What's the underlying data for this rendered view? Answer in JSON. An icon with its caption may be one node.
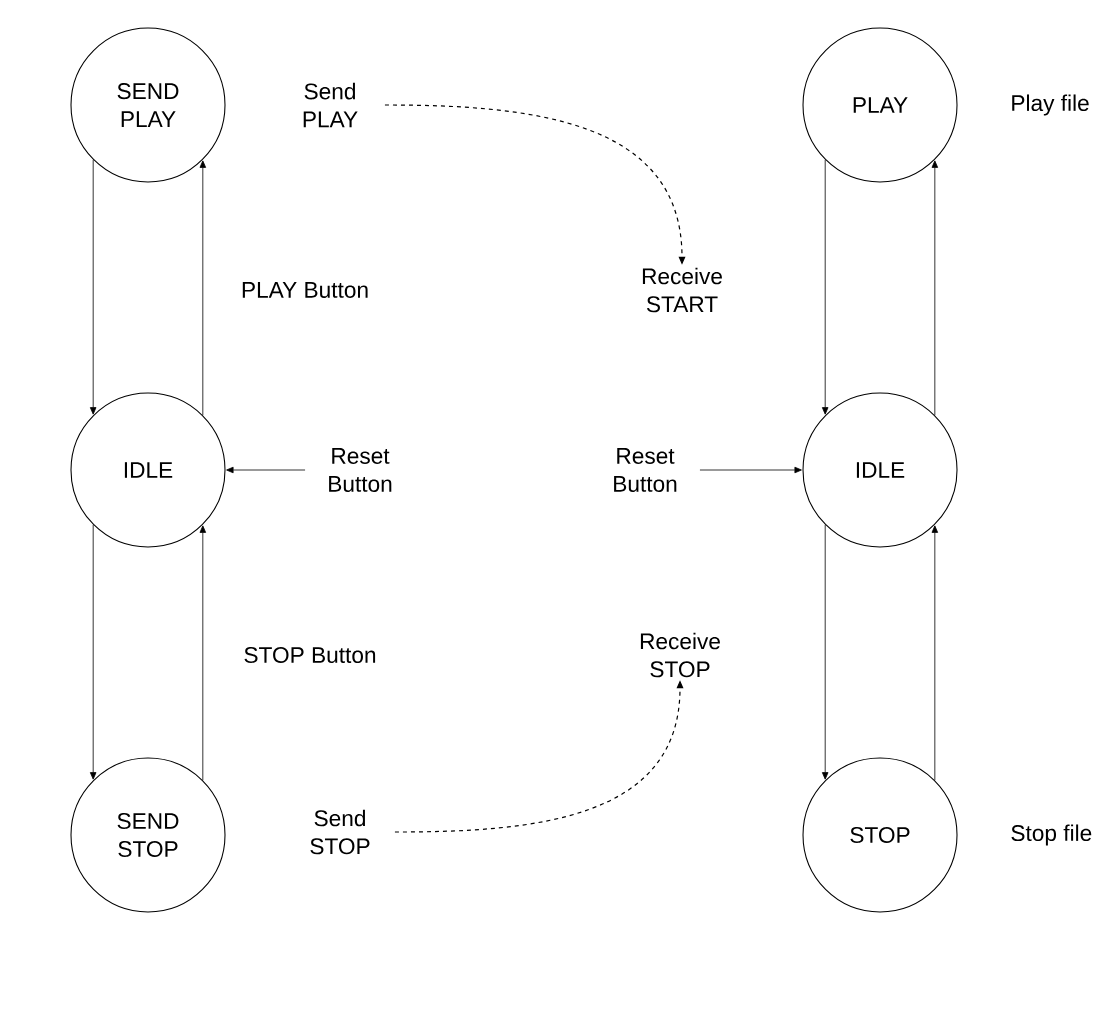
{
  "diagram": {
    "nodes": [
      {
        "text": [
          "SEND PLAY"
        ]
      },
      {
        "text": [
          "Send PLAY"
        ]
      },
      {
        "text": [
          "PLAY"
        ],
        "beside": [
          "Play file"
        ]
      },
      {
        "text": [
          "Receive START"
        ]
      },
      {
        "text": [
          "IDLE"
        ]
      },
      {
        "text": [
          "Reset Button"
        ]
      },
      {
        "text": [
          "Reset Button"
        ]
      },
      {
        "text": [
          "IDLE"
        ]
      },
      {
        "text": [
          "Receive STOP"
        ]
      },
      {
        "text": [
          "SEND STOP"
        ]
      },
      {
        "text": [
          "Send STOP"
        ]
      },
      {
        "text": [
          "STOP"
        ],
        "beside": [
          "Stop file"
        ]
      }
    ],
    "edges": [
      {
        "from": 0,
        "to": 4,
        "arrow": "to"
      },
      {
        "from": 4,
        "to": 0,
        "arrow": "to",
        "label": "PLAY Button"
      },
      {
        "from": 4,
        "to": 9,
        "arrow": "to"
      },
      {
        "from": 9,
        "to": 4,
        "arrow": "to",
        "label": "STOP Button"
      },
      {
        "from": 1,
        "to": 3,
        "arrow": "to",
        "style": "dashed"
      },
      {
        "from": 5,
        "to": 4,
        "arrow": "to"
      },
      {
        "from": 6,
        "to": 7,
        "arrow": "to"
      },
      {
        "from": 7,
        "to": 2,
        "arrow": "to"
      },
      {
        "from": 2,
        "to": 7,
        "arrow": "to"
      },
      {
        "from": 7,
        "to": 11,
        "arrow": "to"
      },
      {
        "from": 11,
        "to": 7,
        "arrow": "to"
      },
      {
        "from": 10,
        "to": 8,
        "arrow": "to",
        "style": "dashed"
      }
    ]
  }
}
